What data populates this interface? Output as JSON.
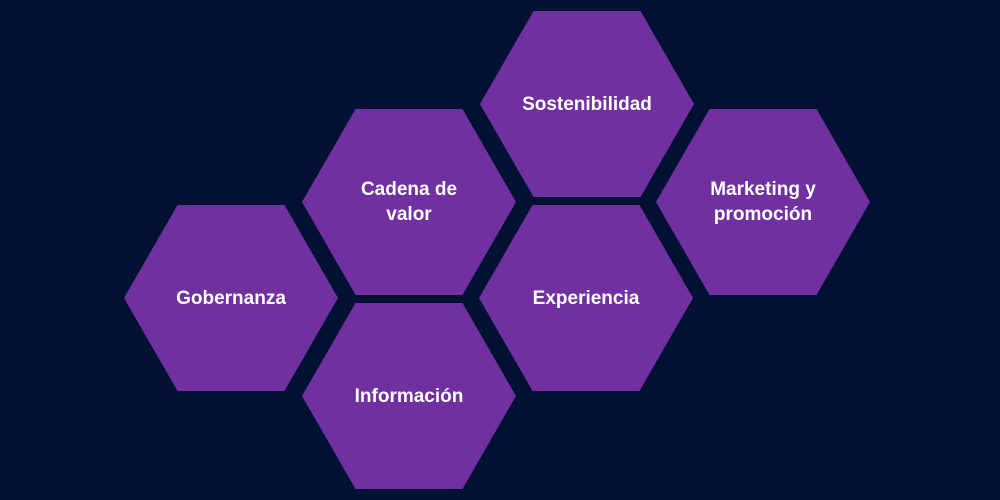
{
  "diagram": {
    "hexagons": {
      "gobernanza": "Gobernanza",
      "cadena_de_valor": "Cadena de\nvalor",
      "informacion": "Información",
      "sostenibilidad": "Sostenibilidad",
      "experiencia": "Experiencia",
      "marketing": "Marketing y\npromoción"
    }
  },
  "colors": {
    "background": "#001133",
    "hexagon_fill": "#7030a0",
    "text": "#ffffff"
  }
}
